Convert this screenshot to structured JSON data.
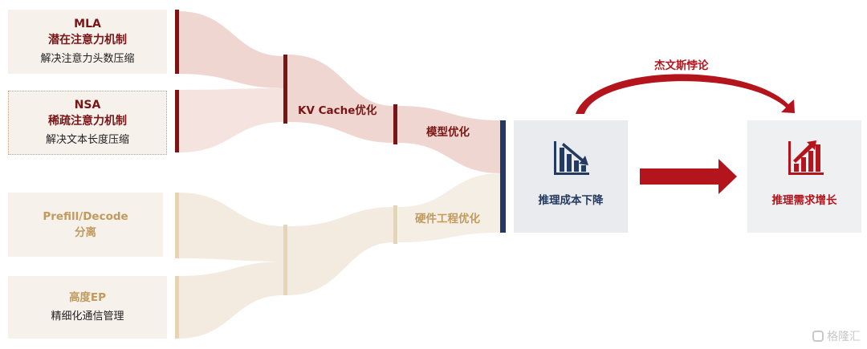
{
  "colors": {
    "dark_red": "#7a1515",
    "flow_red": "#efd4cf",
    "gold": "#c19a5c",
    "flow_gold": "#f3ebe0",
    "navy": "#233a63",
    "arrow_red": "#b4141c"
  },
  "sources": {
    "mla": {
      "title": "MLA",
      "subtitle": "潜在注意力机制",
      "desc": "解决注意力头数压缩"
    },
    "nsa": {
      "title": "NSA",
      "subtitle": "稀疏注意力机制",
      "desc": "解决文本长度压缩"
    },
    "pd": {
      "title": "Prefill/Decode",
      "subtitle": "分离"
    },
    "ep": {
      "title": "高度EP",
      "desc": "精细化通信管理"
    }
  },
  "nodes": {
    "kv_cache": "KV Cache优化",
    "model": "模型优化",
    "hardware": "硬件工程优化"
  },
  "outcomes": {
    "cost_down": "推理成本下降",
    "demand_up": "推理需求增长",
    "paradox": "杰文斯悖论"
  },
  "icons": {
    "cost": "bar-chart-down-icon",
    "demand": "bar-chart-up-icon"
  },
  "watermark": "格隆汇"
}
